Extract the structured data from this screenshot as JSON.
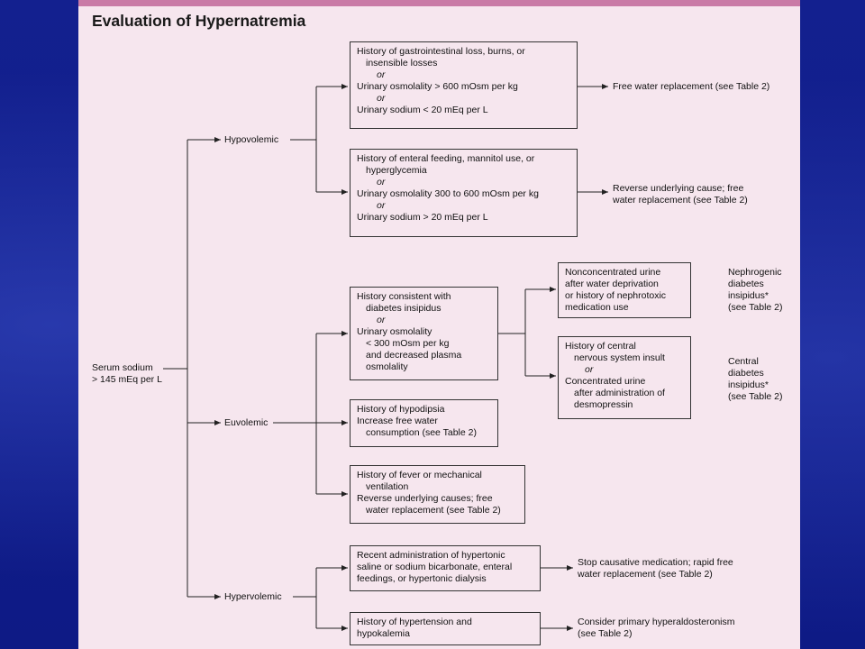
{
  "title": "Evaluation of Hypernatremia",
  "start": [
    "Serum sodium",
    "> 145 mEq per L"
  ],
  "categories": {
    "hypovolemic": "Hypovolemic",
    "euvolemic": "Euvolemic",
    "hypervolemic": "Hypervolemic"
  },
  "boxes": {
    "b1": [
      "History of gastrointestinal loss, burns, or",
      "insensible losses",
      "or",
      "Urinary osmolality > 600 mOsm per kg",
      "or",
      "Urinary sodium < 20 mEq per L"
    ],
    "b2": [
      "History of enteral feeding, mannitol use, or",
      "hyperglycemia",
      "or",
      "Urinary osmolality 300 to 600 mOsm per kg",
      "or",
      "Urinary sodium > 20 mEq per L"
    ],
    "b3": [
      "History consistent with",
      "diabetes insipidus",
      "or",
      "Urinary osmolality",
      "< 300 mOsm per kg",
      "and decreased plasma",
      "osmolality"
    ],
    "b3a": [
      "Nonconcentrated urine",
      "after water deprivation",
      "or history of nephrotoxic",
      "medication use"
    ],
    "b3b": [
      "History of central",
      "nervous system insult",
      "or",
      "Concentrated urine",
      "after administration of",
      "desmopressin"
    ],
    "b4": [
      "History of hypodipsia",
      "Increase free water",
      "consumption (see Table 2)"
    ],
    "b5": [
      "History of fever or mechanical",
      "ventilation",
      "Reverse underlying causes; free",
      "water replacement (see Table 2)"
    ],
    "b6": [
      "Recent administration of hypertonic",
      "saline or sodium bicarbonate, enteral",
      "feedings, or hypertonic dialysis"
    ],
    "b7": [
      "History of hypertension and",
      "hypokalemia"
    ]
  },
  "outcomes": {
    "o1": [
      "Free water replacement (see Table 2)"
    ],
    "o2": [
      "Reverse underlying cause; free",
      "water replacement (see Table 2)"
    ],
    "o3a": [
      "Nephrogenic",
      "diabetes",
      "insipidus*",
      "(see Table 2)"
    ],
    "o3b": [
      "Central",
      "diabetes",
      "insipidus*",
      "(see Table 2)"
    ],
    "o6": [
      "Stop causative medication; rapid free",
      "water replacement (see Table 2)"
    ],
    "o7": [
      "Consider primary hyperaldosteronism",
      "(see Table 2)"
    ]
  }
}
